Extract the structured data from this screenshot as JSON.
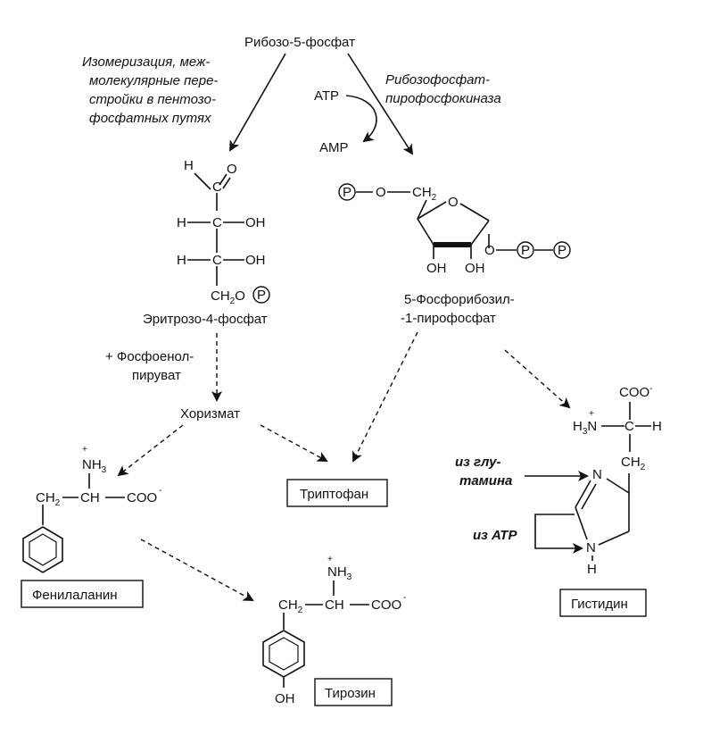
{
  "compounds": {
    "ribose5p": "Рибозо-5-фосфат",
    "erythrose4p": "Эритрозо-4-фосфат",
    "prpp_line1": "5-Фосфорибозил-",
    "prpp_line2": "-1-пирофосфат",
    "chorismate": "Хоризмат",
    "trp": "Триптофан",
    "phe": "Фенилаланин",
    "tyr": "Тирозин",
    "his": "Гистидин"
  },
  "notes": {
    "isomerization": [
      "Изомеризация, меж-",
      "молекулярные пере-",
      "стройки в пентозо-",
      "фосфатных путях"
    ],
    "enzyme": [
      "Рибозофосфат-",
      "пирофосфокиназа"
    ],
    "pep": [
      "+ Фосфоенол-",
      "пируват"
    ],
    "from_gln": [
      "из глу-",
      "тамина"
    ],
    "from_atp": "из АТР"
  },
  "cofactors": {
    "atp": "ATP",
    "amp": "AMP"
  },
  "atoms": {
    "H": "H",
    "O": "O",
    "OH": "OH",
    "P": "P",
    "CH2O": "CH",
    "CH2O_sub": "2",
    "CH2O_o": "O",
    "CH2_ring": "CH",
    "two": "2",
    "C": "C",
    "CH": "CH",
    "CH2": "CH",
    "COO": "COO",
    "minus": "-",
    "plus": "+",
    "NH3": "NH",
    "three": "3",
    "H3N_H": "H",
    "H3N_N": "N",
    "N": "N"
  }
}
